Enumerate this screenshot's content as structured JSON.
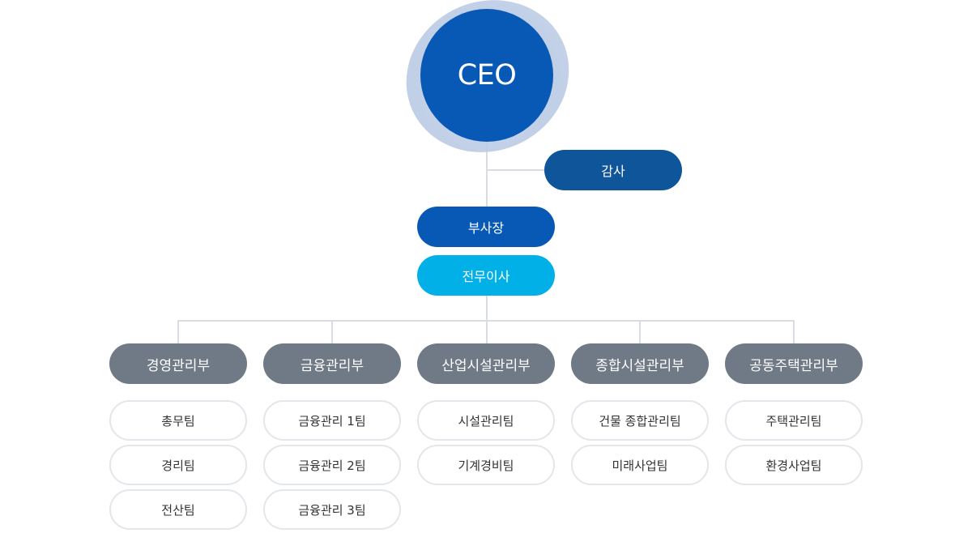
{
  "org_chart": {
    "ceo": "CEO",
    "audit": "감사",
    "vice_president": "부사장",
    "executive_director": "전무이사",
    "departments": [
      {
        "name": "경영관리부",
        "teams": [
          "총무팀",
          "경리팀",
          "전산팀"
        ]
      },
      {
        "name": "금융관리부",
        "teams": [
          "금융관리 1팀",
          "금융관리 2팀",
          "금융관리 3팀"
        ]
      },
      {
        "name": "산업시설관리부",
        "teams": [
          "시설관리팀",
          "기계경비팀"
        ]
      },
      {
        "name": "종합시설관리부",
        "teams": [
          "건물 종합관리팀",
          "미래사업팀"
        ]
      },
      {
        "name": "공동주택관리부",
        "teams": [
          "주택관리팀",
          "환경사업팀"
        ]
      }
    ]
  },
  "colors": {
    "ceo": "#0859b6",
    "audit": "#0f5599",
    "vice_president": "#0859b6",
    "executive_director": "#00b0e6",
    "department": "#6f7a86",
    "connector": "#d9dde3"
  }
}
